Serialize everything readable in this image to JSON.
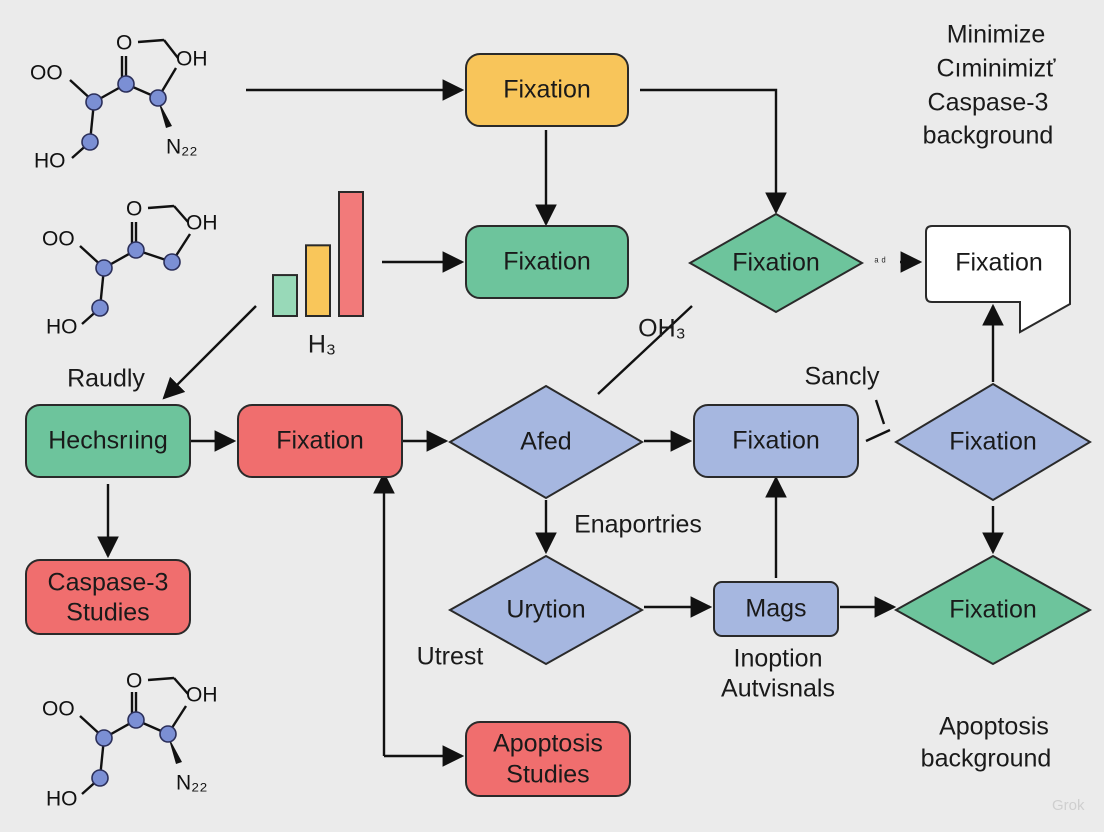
{
  "colors": {
    "orange": "#f8c55a",
    "green": "#6dc49c",
    "red": "#f06e6e",
    "blue": "#a6b7e0",
    "white": "#ffffff",
    "bar_green": "#98d9b8",
    "bar_orange": "#f9c65a",
    "bar_red": "#f27a7a"
  },
  "title": {
    "line1": "Minimize",
    "line2": "Cıminimizť",
    "line3": "Caspase-3",
    "line4": "background"
  },
  "nodes": {
    "fixation_top": "Fixation",
    "fixation_mid": "Fixation",
    "fixation_diamond_top": "Fixation",
    "fixation_callout": "Fixation",
    "mechanism": "Hechsrıing",
    "fixation_red": "Fixation",
    "afed": "Afed",
    "fixation_blue": "Fixation",
    "fixation_diamond_right": "Fixation",
    "caspase_studies_1": "Caspase-3",
    "caspase_studies_2": "Studies",
    "urytion": "Urytion",
    "mags": "Mags",
    "fixation_diamond_bottom": "Fixation",
    "apoptosis_studies_1": "Apoptosis",
    "apoptosis_studies_2": "Studies"
  },
  "labels": {
    "raudly": "Raudly",
    "h3": "H₃",
    "oh3": "OH₃",
    "sancly": "Sancly",
    "enaportries": "Enaportries",
    "utrest": "Utrest",
    "inoption_1": "Inoption",
    "inoption_2": "Autvisnals",
    "apoptosis_bg_1": "Apoptosis",
    "apoptosis_bg_2": "background",
    "arrow_glyph": "ᵃ ᵈ"
  },
  "molecules": {
    "oo": "OO",
    "o": "O",
    "oh": "OH",
    "ho": "HO",
    "n22": "N₂₂"
  },
  "chart_icon": {
    "bars": [
      {
        "value": 0.33,
        "color": "#98d9b8"
      },
      {
        "value": 0.57,
        "color": "#f9c65a"
      },
      {
        "value": 1.0,
        "color": "#f27a7a"
      }
    ]
  },
  "watermark": "Grok"
}
